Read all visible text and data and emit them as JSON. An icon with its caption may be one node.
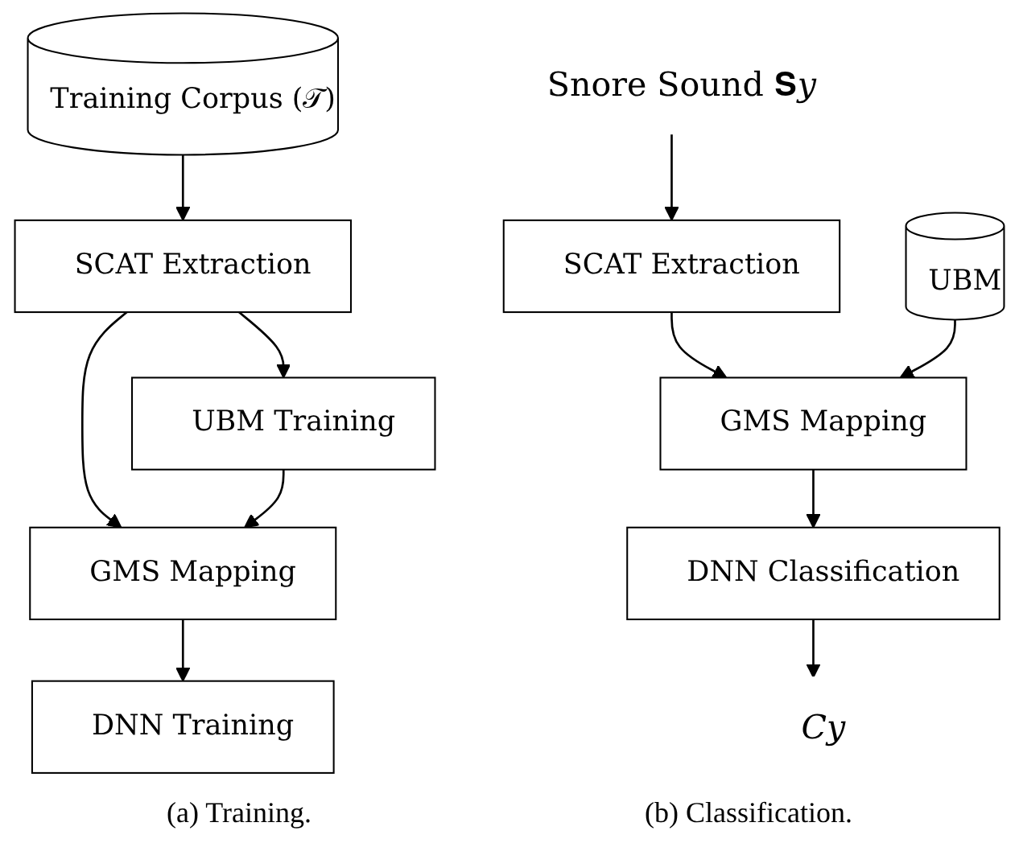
{
  "diagram": {
    "nodes": [
      {
        "text": [
          "Training Corpus (𝒯)"
        ]
      },
      {
        "text": [
          "SCAT Extraction"
        ]
      },
      {
        "text": [
          "UBM Training"
        ]
      },
      {
        "text": [
          "GMS Mapping"
        ]
      },
      {
        "text": [
          "DNN Training"
        ]
      },
      {
        "text": [
          "Snore Sound 𝐒𝑦"
        ]
      },
      {
        "text": [
          "SCAT Extraction"
        ]
      },
      {
        "text": [
          "UBM"
        ]
      },
      {
        "text": [
          "GMS Mapping"
        ]
      },
      {
        "text": [
          "DNN Classification"
        ]
      },
      {
        "text": [
          "𝐶𝑦"
        ]
      }
    ],
    "edges": [
      {
        "from": 0,
        "to": 1,
        "arrow": "to"
      },
      {
        "from": 1,
        "to": 2,
        "arrow": "to"
      },
      {
        "from": 1,
        "to": 3,
        "arrow": "to"
      },
      {
        "from": 2,
        "to": 3,
        "arrow": "to"
      },
      {
        "from": 3,
        "to": 4,
        "arrow": "to"
      },
      {
        "from": 5,
        "to": 6,
        "arrow": "to"
      },
      {
        "from": 6,
        "to": 8,
        "arrow": "to"
      },
      {
        "from": 7,
        "to": 8,
        "arrow": "to"
      },
      {
        "from": 8,
        "to": 9,
        "arrow": "to"
      },
      {
        "from": 9,
        "to": 10,
        "arrow": "to"
      }
    ],
    "labels": [
      "(a) Training.",
      "(b) Classification."
    ]
  }
}
